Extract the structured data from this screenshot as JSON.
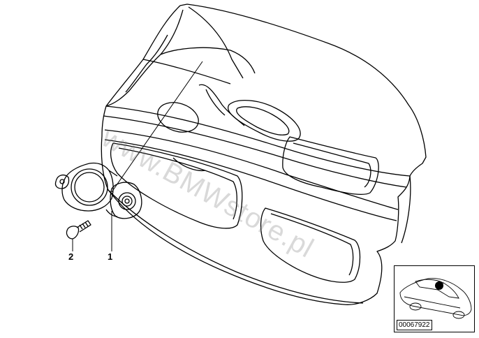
{
  "callouts": [
    {
      "number": "1",
      "part": "loudspeaker-with-bracket"
    },
    {
      "number": "2",
      "part": "screw"
    }
  ],
  "reference_number": "00067922",
  "watermark": "www.BMWstore.pl",
  "colors": {
    "line": "#000000",
    "background": "#ffffff",
    "watermark": "#8a8a8a"
  }
}
